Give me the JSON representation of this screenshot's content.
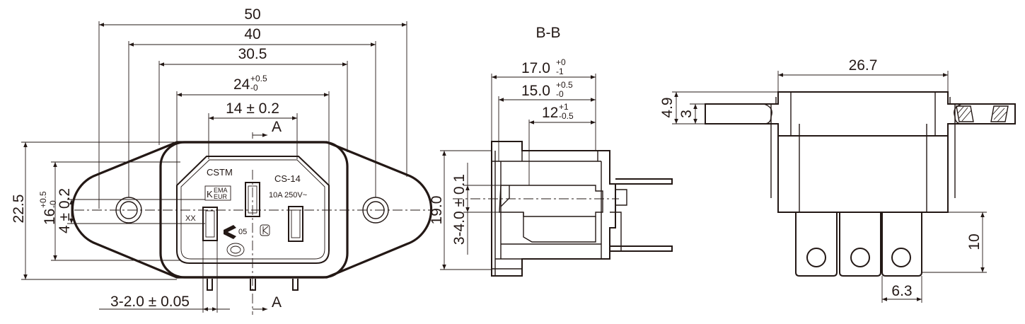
{
  "front_view": {
    "dim_50": "50",
    "dim_40": "40",
    "dim_30_5": "30.5",
    "dim_24": {
      "value": "24",
      "tol_upper": "+0.5",
      "tol_lower": "-0"
    },
    "dim_14": "14 ± 0.2",
    "section_mark": "A",
    "dim_22_5": "22.5",
    "dim_16": {
      "value": "16",
      "tol_upper": "+0.5",
      "tol_lower": "-0"
    },
    "dim_4": "4 ± 0.2",
    "dim_pin": "3-2.0 ± 0.05",
    "markings": {
      "brand": "CSTM",
      "model": "CS-14",
      "rating": "10A 250V~",
      "kema_line1": "EMA",
      "kema_line2": "EUR",
      "kema_k": "K",
      "date_code": "XX",
      "cert_num": "05"
    }
  },
  "section_view": {
    "title": "B-B",
    "dim_17": {
      "value": "17.0",
      "tol_upper": "+0",
      "tol_lower": "-1"
    },
    "dim_15": {
      "value": "15.0",
      "tol_upper": "+0.5",
      "tol_lower": "-0"
    },
    "dim_12": {
      "value": "12",
      "tol_upper": "+1",
      "tol_lower": "-0.5"
    },
    "dim_19": "19.0",
    "dim_3_4": "3-4.0 ± 0.1"
  },
  "side_view": {
    "dim_26_7": "26.7",
    "dim_4_9": "4.9",
    "dim_3": "3",
    "dim_10": "10",
    "dim_6_3": "6.3"
  }
}
